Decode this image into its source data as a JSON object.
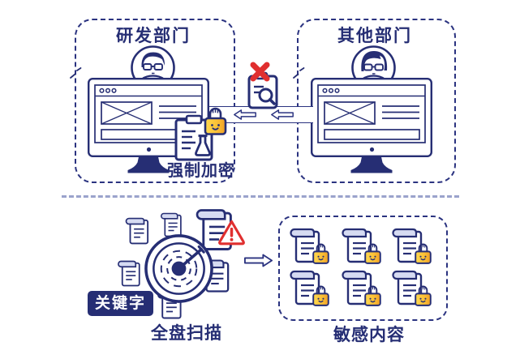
{
  "colors": {
    "navy": "#262e74",
    "dash_border": "#2b3380",
    "red": "#e02f2f",
    "lock_yellow": "#ffd84e",
    "lock_orange": "#f2a62a",
    "divider": "#9aa3cc",
    "shade": "#d6dbf2"
  },
  "top_section": {
    "rd_panel": {
      "title": "研发部门"
    },
    "other_panel": {
      "title": "其他部门"
    },
    "encrypt_label": "强制加密"
  },
  "bottom_section": {
    "keyword_badge": "关键字",
    "scan_label": "全盘扫描",
    "sensitive_panel": {
      "label": "敏感内容",
      "locked_documents": 6
    }
  },
  "icons": {
    "avatars": [
      "male-avatar-icon",
      "female-avatar-icon"
    ],
    "monitor": "monitor-icon",
    "blocked_transfer": [
      "search-document-icon",
      "blocked-x-icon",
      "arrow-left-icon"
    ],
    "encryption": [
      "clipboard-flask-icon",
      "smiley-lock-icon"
    ],
    "scan": [
      "radar-scan-icon",
      "document-icon",
      "warning-triangle-icon",
      "arrow-right-icon"
    ],
    "sensitive": [
      "locked-document-icon"
    ]
  }
}
